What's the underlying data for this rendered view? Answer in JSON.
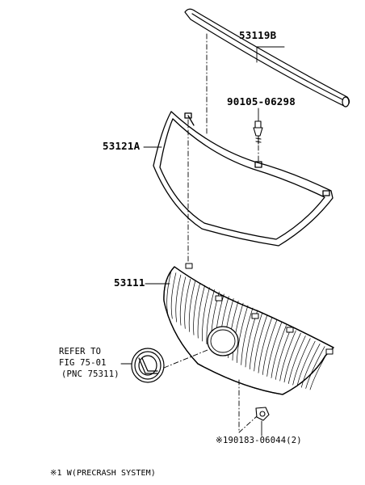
{
  "parts": {
    "moulding": "53119B",
    "clip_bolt": "90105-06298",
    "radiator_grille_frame": "53121A",
    "radiator_grille": "53111",
    "nut": "※190183-06044(2)"
  },
  "refer": {
    "line1": "REFER TO",
    "line2": "FIG 75-01",
    "line3": "(PNC 75311)"
  },
  "footnote": "※1 W(PRECRASH SYSTEM)"
}
